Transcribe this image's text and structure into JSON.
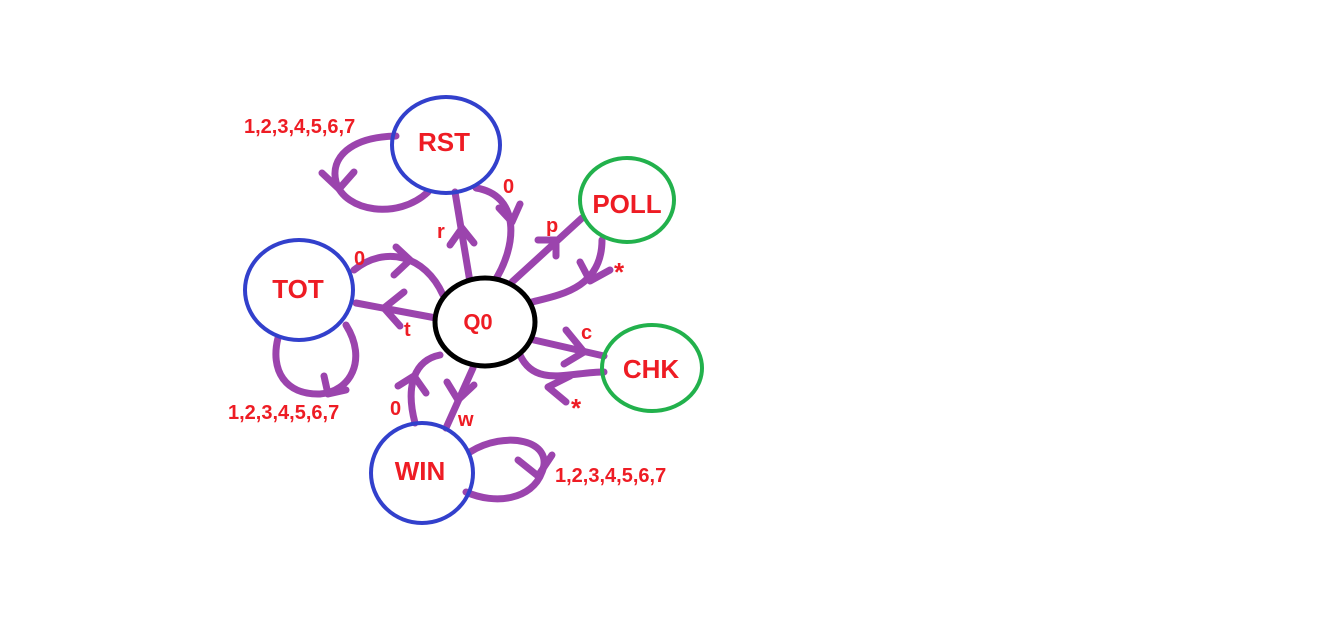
{
  "colors": {
    "edge": "#9b44ad",
    "text": "#ee1c24",
    "blue_node": "#3240cc",
    "green_node": "#22b14c",
    "center_node": "#000000",
    "background": "#ffffff"
  },
  "nodes": {
    "q0": "Q0",
    "rst": "RST",
    "poll": "POLL",
    "chk": "CHK",
    "tot": "TOT",
    "win": "WIN"
  },
  "edges": {
    "q0_to_rst": "r",
    "rst_to_q0": "0",
    "rst_self": "1,2,3,4,5,6,7",
    "q0_to_poll": "p",
    "poll_to_q0": "*",
    "q0_to_chk": "c",
    "chk_to_q0": "*",
    "q0_to_tot": "t",
    "tot_to_q0": "0",
    "tot_self": "1,2,3,4,5,6,7",
    "q0_to_win": "w",
    "win_to_q0": "0",
    "win_self": "1,2,3,4,5,6,7"
  }
}
